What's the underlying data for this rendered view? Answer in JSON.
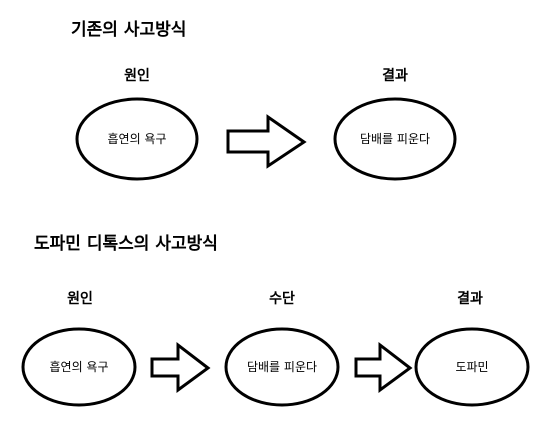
{
  "section1": {
    "title": "기존의 사고방식",
    "labels": {
      "cause": "원인",
      "result": "결과"
    },
    "nodes": {
      "cause": "흡연의 욕구",
      "result": "담배를 피운다"
    }
  },
  "section2": {
    "title": "도파민 디톡스의 사고방식",
    "labels": {
      "cause": "원인",
      "means": "수단",
      "result": "결과"
    },
    "nodes": {
      "cause": "흡연의 욕구",
      "means": "담배를 피운다",
      "result": "도파민"
    }
  },
  "colors": {
    "stroke": "#000000",
    "background": "#ffffff"
  }
}
